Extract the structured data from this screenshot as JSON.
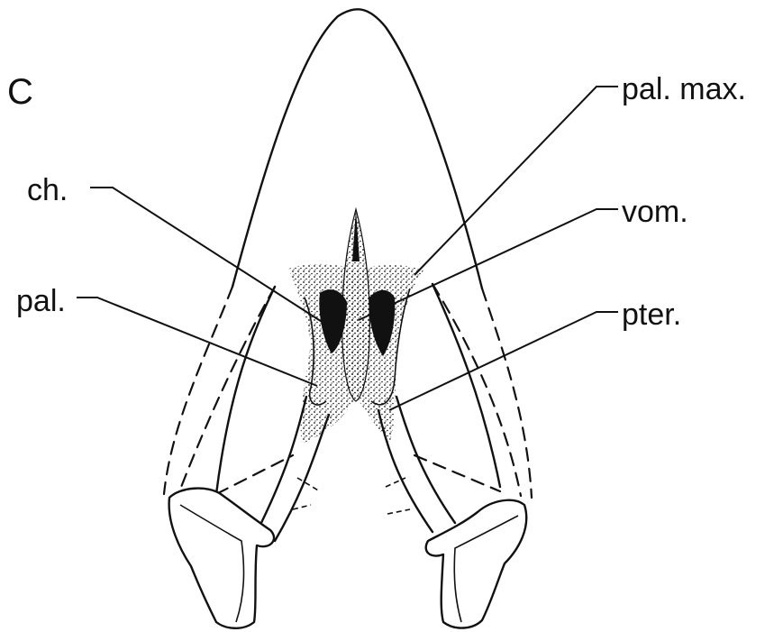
{
  "figure": {
    "panel_letter": "C",
    "labels": {
      "ch": "ch.",
      "pal": "pal.",
      "pal_max": "pal. max.",
      "vom": "vom.",
      "pter": "pter."
    }
  },
  "colors": {
    "ink": "#111111",
    "background": "#ffffff"
  }
}
